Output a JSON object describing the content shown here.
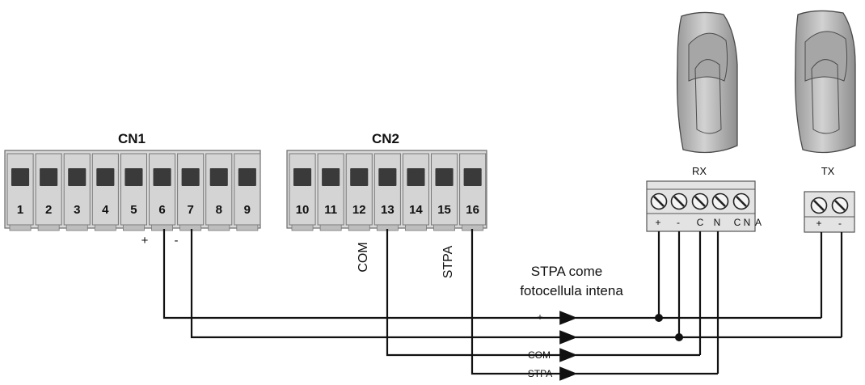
{
  "blocks": {
    "cn1": {
      "title": "CN1",
      "terminals": [
        "1",
        "2",
        "3",
        "4",
        "5",
        "6",
        "7",
        "8",
        "9"
      ]
    },
    "cn2": {
      "title": "CN2",
      "terminals": [
        "10",
        "11",
        "12",
        "13",
        "14",
        "15",
        "16"
      ]
    }
  },
  "cn1_labels": {
    "plus": "+",
    "minus": "-"
  },
  "cn2_labels": {
    "com": "COM",
    "stpa": "STPA"
  },
  "caption": {
    "line1": "STPA come",
    "line2": "fotocellula intena"
  },
  "rx": {
    "title": "RX",
    "terminal_labels": [
      "+",
      "-",
      "C",
      "N",
      "C",
      "N",
      "A"
    ]
  },
  "tx": {
    "title": "TX",
    "terminal_labels": [
      "+",
      "-"
    ]
  },
  "bus": {
    "lines": [
      "+",
      "-",
      "COM",
      "STPA"
    ]
  },
  "colors": {
    "terminal_body": "#d4d4d4",
    "terminal_window": "#3a3a3a",
    "sensor_body": "#b8b8b8",
    "wire": "#111111"
  }
}
